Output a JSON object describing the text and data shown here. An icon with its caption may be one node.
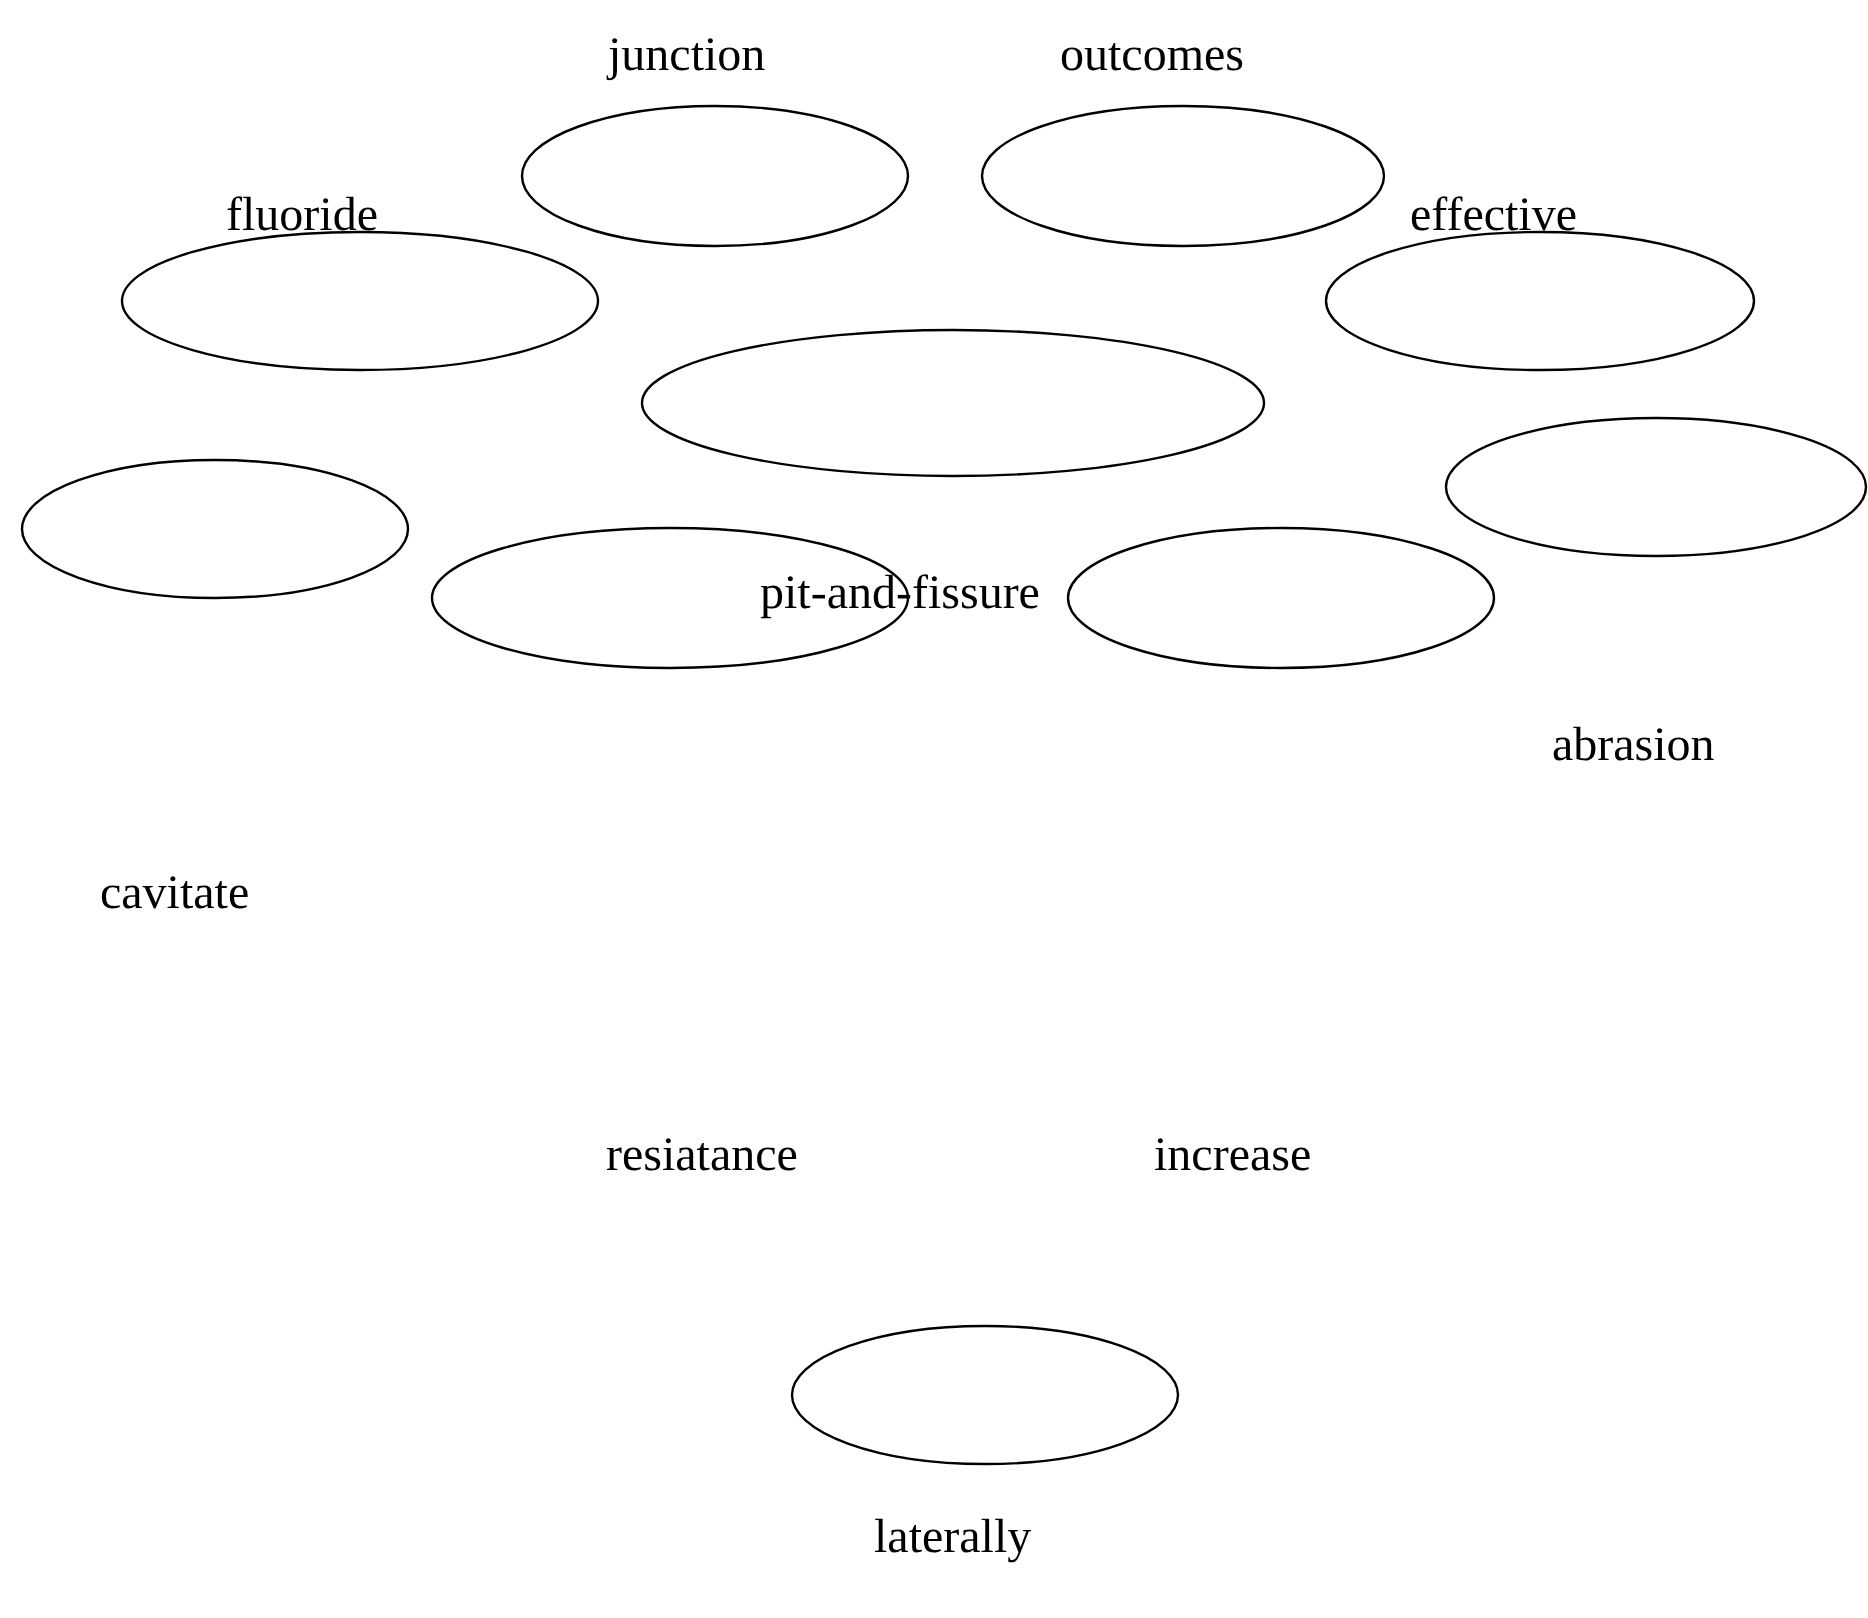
{
  "diagram": {
    "nodes": [
      {
        "text": [],
        "shape": "ellipse"
      },
      {
        "text": [],
        "shape": "ellipse"
      },
      {
        "text": [],
        "shape": "ellipse"
      },
      {
        "text": [],
        "shape": "ellipse"
      },
      {
        "text": [],
        "shape": "ellipse"
      },
      {
        "text": [],
        "shape": "ellipse"
      },
      {
        "text": [],
        "shape": "ellipse"
      },
      {
        "text": [],
        "shape": "ellipse"
      },
      {
        "text": [],
        "shape": "ellipse"
      },
      {
        "text": [],
        "shape": "ellipse"
      }
    ],
    "labels": [
      "junction",
      "outcomes",
      "fluoride",
      "effective",
      "pit-and-fissure",
      "abrasion",
      "cavitate",
      "resiatance",
      "increase",
      "laterally"
    ]
  }
}
